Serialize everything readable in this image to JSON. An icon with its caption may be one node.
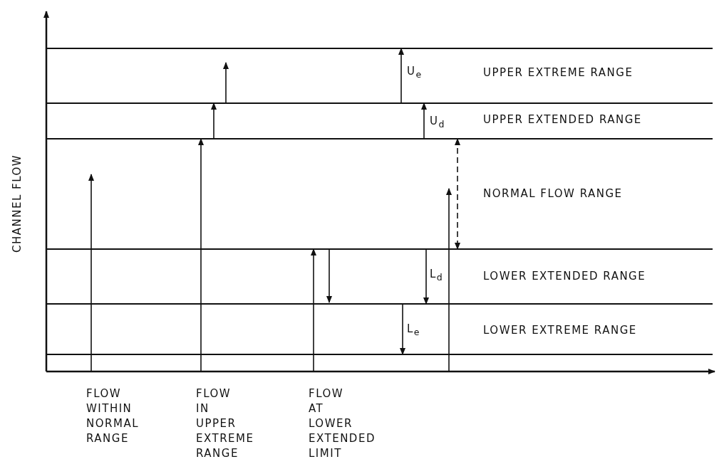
{
  "diagram": {
    "labels": [
      "CHANNEL FLOW",
      "U$_{e}$",
      "UPPER EXTREME RANGE",
      "U$_{d}$",
      "UPPER EXTENDED RANGE",
      "NORMAL FLOW RANGE",
      "L$_{d}$",
      "LOWER EXTENDED RANGE",
      "L$_{e}$",
      "LOWER EXTREME RANGE",
      "FLOW WITHIN NORMAL RANGE",
      "FLOW IN UPPER EXTREME RANGE",
      "FLOW AT LOWER EXTENDED LIMIT"
    ]
  }
}
